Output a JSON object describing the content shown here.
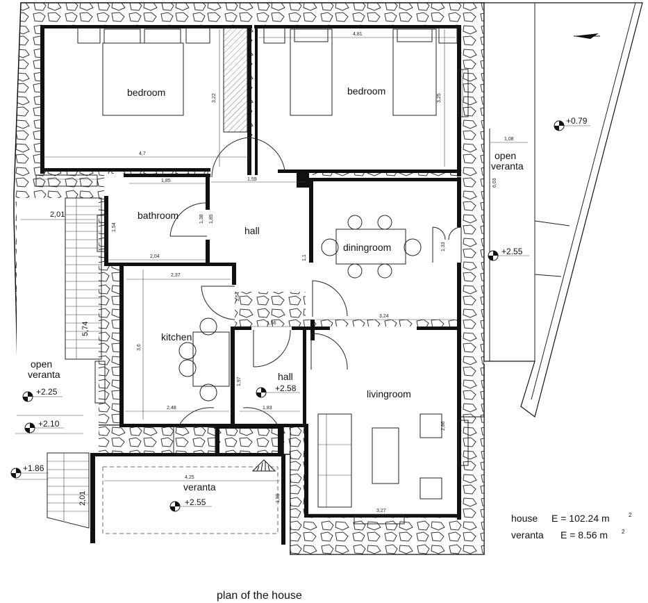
{
  "rooms": {
    "bedroom_left": "bedroom",
    "bedroom_right": "bedroom",
    "bathroom": "bathroom",
    "hall_upper": "hall",
    "hall_lower": "hall",
    "diningroom": "diningroom",
    "kitchen": "kitchen",
    "livingroom": "livingroom",
    "open_veranta_left": [
      "open",
      "veranta"
    ],
    "open_veranta_right": [
      "open",
      "veranta"
    ],
    "veranta": "veranta"
  },
  "dimensions": {
    "d_4_7": "4,7",
    "d_3_22": "3,22",
    "d_4_81": "4,81",
    "d_3_25": "3,25",
    "d_1_85": "1,85",
    "d_1_59": "1,59",
    "d_1_54a": "1,54",
    "d_1_38": "1,38",
    "d_1_85v": "1,85",
    "d_2_04": "2,04",
    "d_2_37": "2,37",
    "d_1_54b": "1,54",
    "d_1_56": "1,56",
    "d_3_24": "3,24",
    "d_3_6": "3,6",
    "d_2_48": "2,48",
    "d_1_97": "1,97",
    "d_1_83": "1,83",
    "d_2_86": "2,86",
    "d_3_27": "3,27",
    "d_4_25": "4,25",
    "d_1_89": "1,89",
    "d_1_08": "1,08",
    "d_6_03": "6,03",
    "d_1_33": "1,33",
    "d_1_1": "1,1",
    "d_2_01_top": "2,01",
    "d_5_74": "5,74",
    "d_2_01_bottom": "2,01"
  },
  "levels": {
    "l_079": "+0.79",
    "l_255_right": "+2.55",
    "l_225": "+2.25",
    "l_210": "+2.10",
    "l_186": "+1.86",
    "l_258": "+2.58",
    "l_255_veranta": "+2.55"
  },
  "areas": {
    "house_label": "house",
    "house_value": "E = 102.24 m",
    "veranta_label": "veranta",
    "veranta_value": "E = 8.56 m",
    "unit_exp": "2"
  },
  "caption": "plan of the house"
}
